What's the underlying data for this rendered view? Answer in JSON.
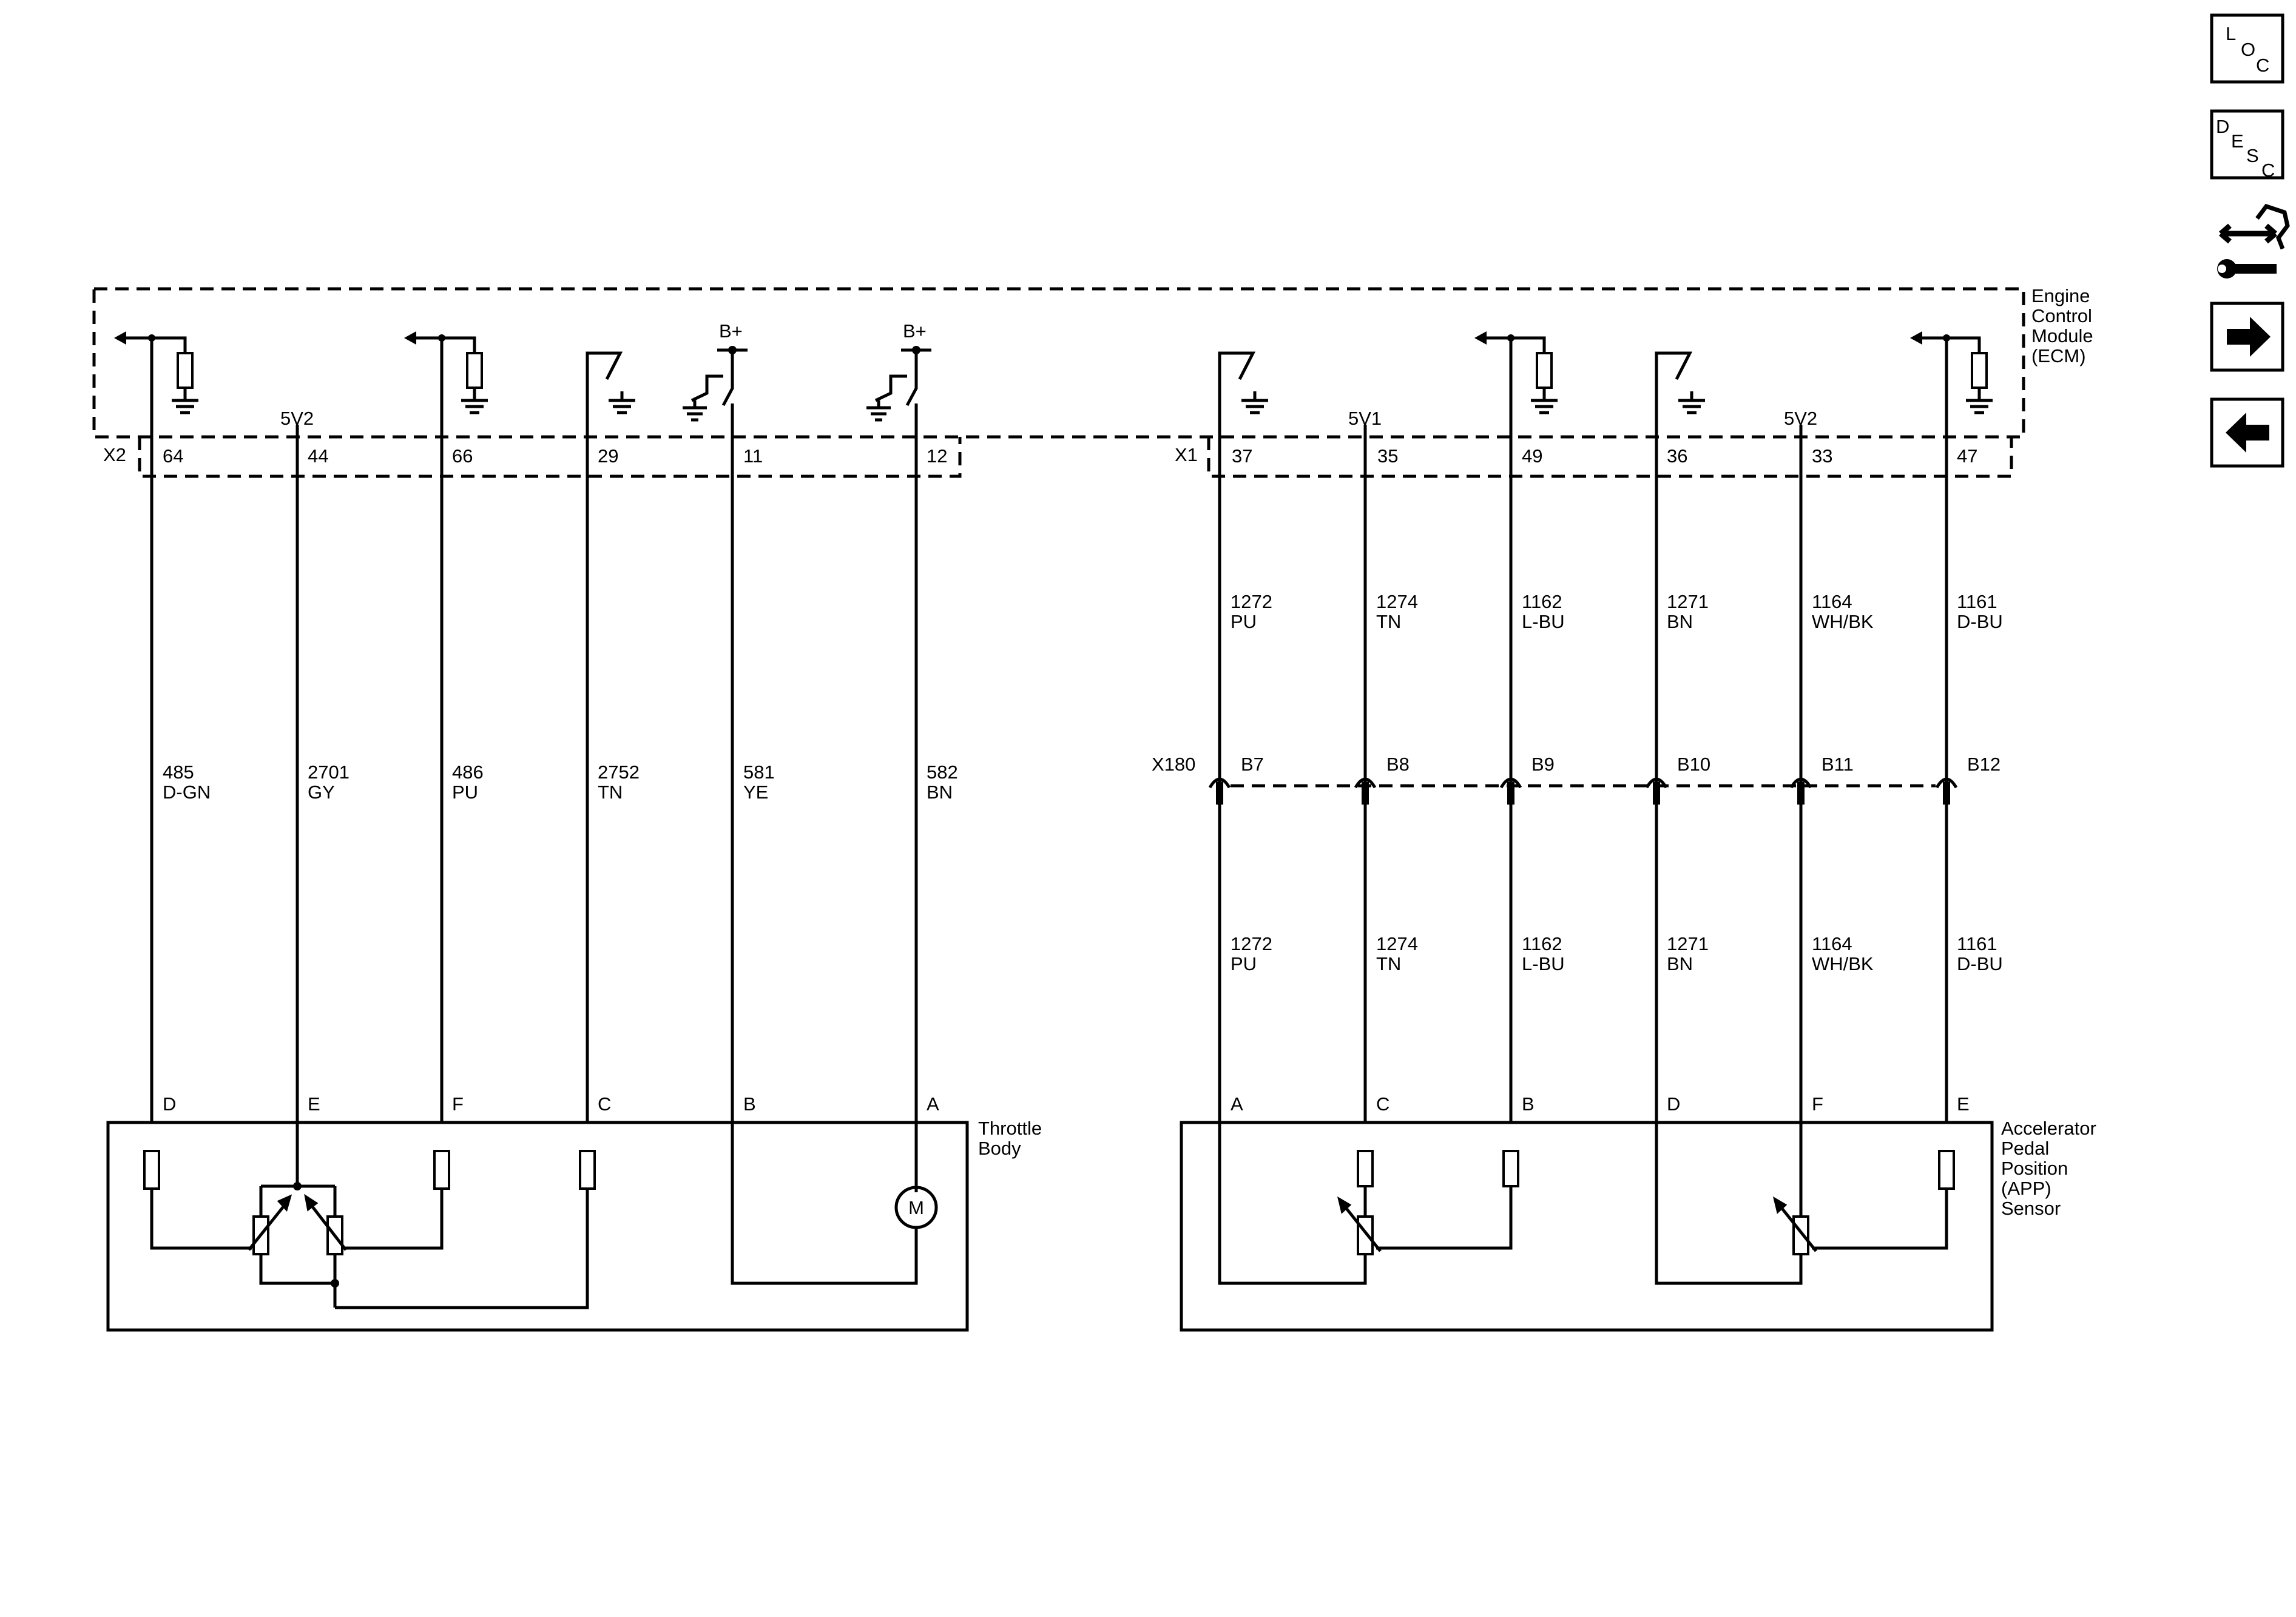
{
  "ecm": {
    "label_lines": [
      "Engine",
      "Control",
      "Module",
      "(ECM)"
    ]
  },
  "connectors": {
    "x2": "X2",
    "x1": "X1",
    "x180": "X180",
    "x2_pins": [
      "64",
      "44",
      "66",
      "29",
      "11",
      "12"
    ],
    "x1_pins": [
      "37",
      "35",
      "49",
      "36",
      "33",
      "47"
    ],
    "x180_pins": [
      "B7",
      "B8",
      "B9",
      "B10",
      "B11",
      "B12"
    ]
  },
  "ref_voltage": {
    "tb": "5V2",
    "app1": "5V1",
    "app2": "5V2"
  },
  "battery": "B+",
  "wires_tb": [
    {
      "circuit": "485",
      "color": "D-GN"
    },
    {
      "circuit": "2701",
      "color": "GY"
    },
    {
      "circuit": "486",
      "color": "PU"
    },
    {
      "circuit": "2752",
      "color": "TN"
    },
    {
      "circuit": "581",
      "color": "YE"
    },
    {
      "circuit": "582",
      "color": "BN"
    }
  ],
  "wires_app": [
    {
      "circuit": "1272",
      "color": "PU"
    },
    {
      "circuit": "1274",
      "color": "TN"
    },
    {
      "circuit": "1162",
      "color": "L-BU"
    },
    {
      "circuit": "1271",
      "color": "BN"
    },
    {
      "circuit": "1164",
      "color": "WH/BK"
    },
    {
      "circuit": "1161",
      "color": "D-BU"
    }
  ],
  "tb_pins": [
    "D",
    "E",
    "F",
    "C",
    "B",
    "A"
  ],
  "app_pins": [
    "A",
    "C",
    "B",
    "D",
    "F",
    "E"
  ],
  "throttle_body": {
    "label_lines": [
      "Throttle",
      "Body"
    ]
  },
  "app_sensor": {
    "label_lines": [
      "Accelerator",
      "Pedal",
      "Position",
      "(APP)",
      "Sensor"
    ]
  },
  "motor": "M",
  "side_buttons": {
    "loc": [
      "L",
      "O",
      "C"
    ],
    "desc": [
      "D",
      "E",
      "S",
      "C"
    ],
    "icons": [
      "connector-tool-icon",
      "arrow-right-icon",
      "arrow-left-icon"
    ]
  }
}
